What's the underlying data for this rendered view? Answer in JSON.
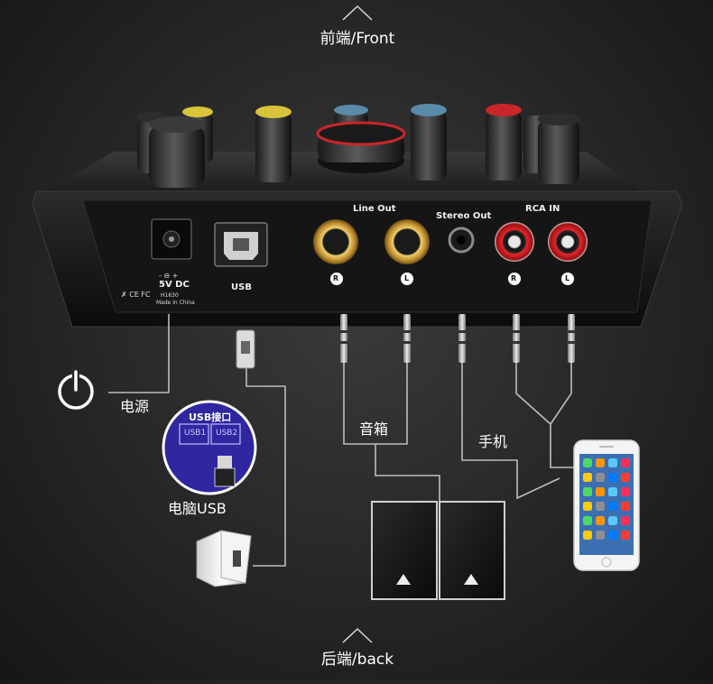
{
  "nav": {
    "front_label": "前端/Front",
    "back_label": "后端/back"
  },
  "device": {
    "line_out_label": "Line Out",
    "stereo_out_label": "Stereo Out",
    "rca_in_label": "RCA IN",
    "usb_label": "USB",
    "dc_label": "5V DC",
    "polarity_label": "- ⊖ +",
    "model_label": "H1630",
    "made_in_label": "Made in China",
    "cert_label": "✗ CE FC",
    "channel_r": "R",
    "channel_l": "L"
  },
  "labels": {
    "power": "电源",
    "speaker": "音箱",
    "phone": "手机",
    "computer_usb": "电脑USB"
  },
  "usb_box": {
    "title": "USB接口",
    "port1": "USB1",
    "port2": "USB2"
  },
  "colors": {
    "knob_yellow": "#d8c33a",
    "knob_blue": "#5a8aa8",
    "knob_red": "#c8262b",
    "jack_gold": "#c9a043",
    "rca_red": "#d42026",
    "usb_circle": "#2f26a0"
  },
  "icons": {
    "power": "power-icon",
    "triangle": "triangle-up-icon"
  }
}
